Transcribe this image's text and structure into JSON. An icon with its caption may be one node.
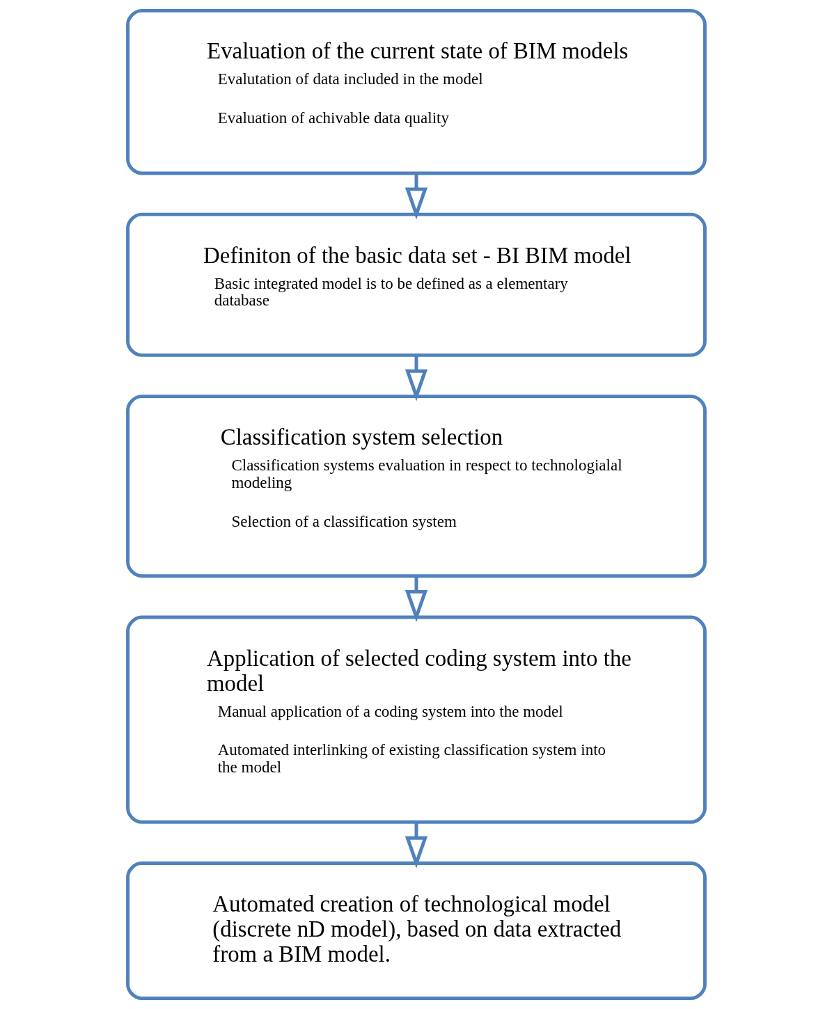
{
  "diagram": {
    "nodes": [
      {
        "text": [
          "Evaluation of the current state of BIM models",
          "Evalutation of data included in the model",
          "Evaluation of achivable data quality"
        ]
      },
      {
        "text": [
          "Definiton of the basic data set - BI BIM model",
          "Basic integrated model is to be defined as a elementary database"
        ]
      },
      {
        "text": [
          "Classification system selection",
          "Classification systems evaluation in respect to technologialal modeling",
          "Selection of a classification system"
        ]
      },
      {
        "text": [
          "Application of selected coding system into the model",
          "Manual application of a coding system into the model",
          "Automated interlinking of existing classification system into the model"
        ]
      },
      {
        "text": [
          "Automated creation of technological model (discrete nD model), based on data extracted from a BIM model."
        ]
      }
    ],
    "edges": [
      {
        "from": 0,
        "to": 1,
        "arrow": "to"
      },
      {
        "from": 1,
        "to": 2,
        "arrow": "to"
      },
      {
        "from": 2,
        "to": 3,
        "arrow": "to"
      },
      {
        "from": 3,
        "to": 4,
        "arrow": "to"
      }
    ]
  }
}
